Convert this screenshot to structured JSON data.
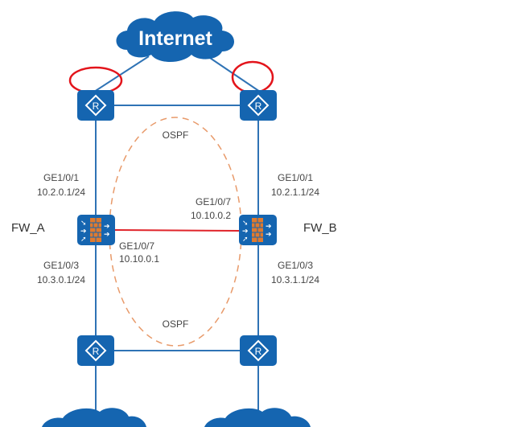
{
  "diagram": {
    "internet_label": "Internet",
    "ospf_top": "OSPF",
    "ospf_bottom": "OSPF",
    "fw_a": {
      "name": "FW_A",
      "if1_name": "GE1/0/1",
      "if1_ip": "10.2.0.1/24",
      "if3_name": "GE1/0/3",
      "if3_ip": "10.3.0.1/24",
      "if7_name": "GE1/0/7",
      "if7_ip": "10.10.0.1"
    },
    "fw_b": {
      "name": "FW_B",
      "if1_name": "GE1/0/1",
      "if1_ip": "10.2.1.1/24",
      "if3_name": "GE1/0/3",
      "if3_ip": "10.3.1.1/24",
      "if7_name": "GE1/0/7",
      "if7_ip": "10.10.0.2"
    },
    "router_glyph": "R",
    "colors": {
      "device_blue": "#1565b0",
      "link_blue": "#2f73b5",
      "heartbeat_red": "#e0242a",
      "highlight_red": "#e3141b",
      "ospf_orange": "#e89a6a",
      "firewall_brick": "#e07a2e"
    }
  }
}
